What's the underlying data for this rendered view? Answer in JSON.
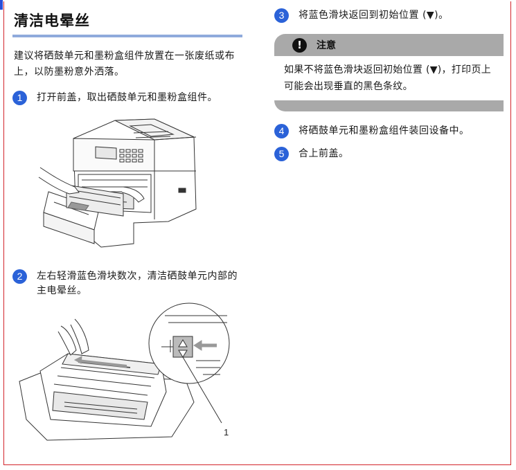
{
  "section_title": "清洁电晕丝",
  "intro": "建议将硒鼓单元和墨粉盒组件放置在一张废纸或布上，以防墨粉意外洒落。",
  "steps": [
    {
      "num": "1",
      "text": "打开前盖，取出硒鼓单元和墨粉盒组件。"
    },
    {
      "num": "2",
      "text": "左右轻滑蓝色滑块数次，清洁硒鼓单元内部的主电晕丝。"
    },
    {
      "num": "3",
      "text": "将蓝色滑块返回到初始位置 (▼)。"
    },
    {
      "num": "4",
      "text": "将硒鼓单元和墨粉盒组件装回设备中。"
    },
    {
      "num": "5",
      "text": "合上前盖。"
    }
  ],
  "note": {
    "icon": "!",
    "title": "注意",
    "body": "如果不将蓝色滑块返回初始位置 (▼)，打印页上可能会出现垂直的黑色条纹。"
  },
  "figure2_callout": "1",
  "colors": {
    "accent_blue": "#2b62d8",
    "title_rule": "#8faadc",
    "frame_red": "#d2232a",
    "note_gray": "#a9a9a9"
  }
}
